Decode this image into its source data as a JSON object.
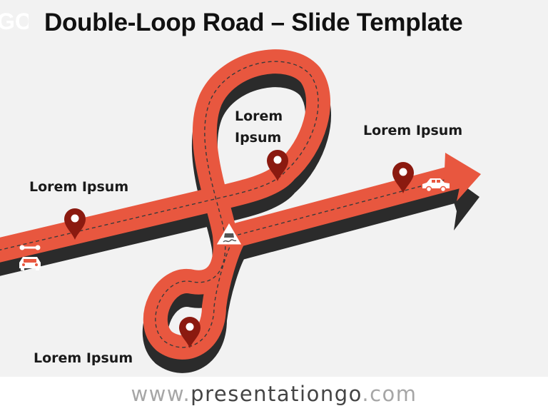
{
  "title": "Double-Loop Road – Slide Template",
  "labels": {
    "top_loop": "Lorem Ipsum",
    "right_arrow": "Lorem Ipsum",
    "left_road": "Lorem Ipsum",
    "bottom_loop": "Lorem Ipsum"
  },
  "footer": {
    "prefix": "www.",
    "name": "presentationgo",
    "suffix": ".com"
  },
  "colors": {
    "road": "#e8573f",
    "road_shadow": "#2b2b2b",
    "pin": "#8b1a10",
    "background": "#f2f2f2"
  },
  "icons": [
    "pin-icon",
    "car-icon",
    "wrench-icon",
    "slippery-road-warning-icon"
  ]
}
